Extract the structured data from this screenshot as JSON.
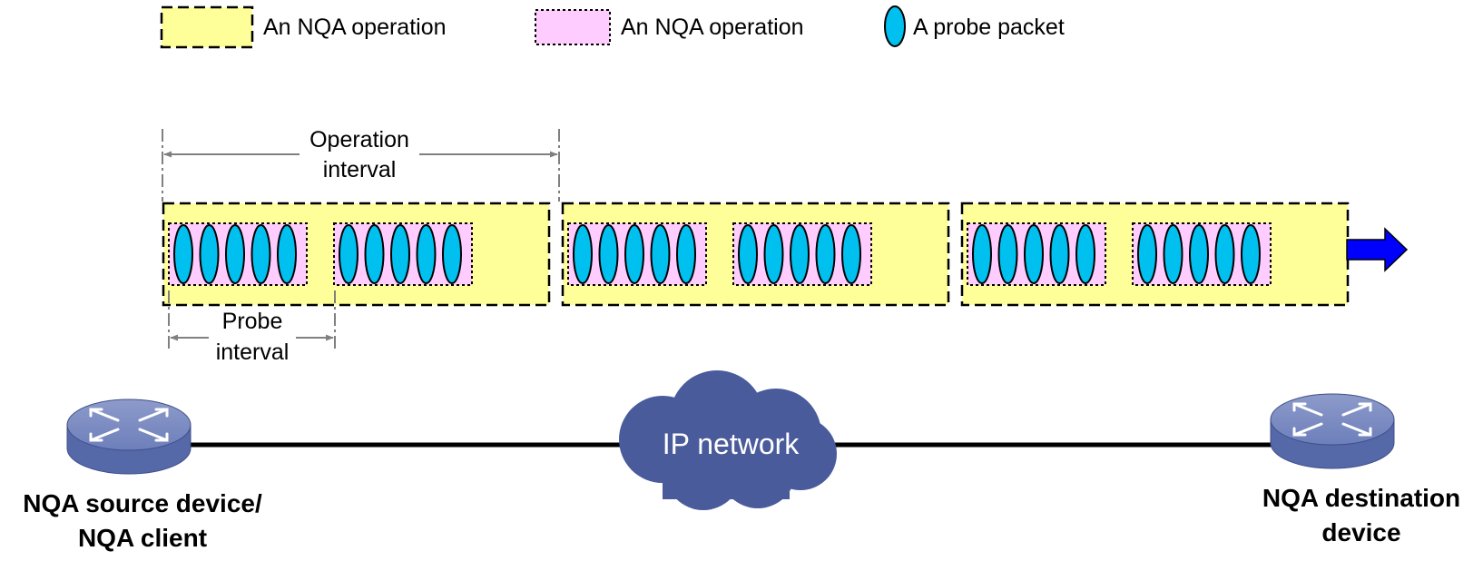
{
  "legend": {
    "items": [
      {
        "label": "An NQA operation"
      },
      {
        "label": "An NQA operation"
      },
      {
        "label": "A probe packet"
      }
    ]
  },
  "timeline": {
    "operation_interval_line1": "Operation",
    "operation_interval_line2": "interval",
    "probe_interval_line1": "Probe",
    "probe_interval_line2": "interval"
  },
  "network": {
    "cloud_label": "IP network",
    "source_label_line1": "NQA source device/",
    "source_label_line2": "NQA client",
    "destination_label_line1": "NQA destination",
    "destination_label_line2": "device"
  },
  "structure": {
    "operations_count": 3,
    "probe_groups_per_operation": 2,
    "probes_per_group": 5
  },
  "colors": {
    "operation_fill": "#ffff99",
    "probe_group_fill": "#ffccff",
    "probe_packet_fill": "#00c0ef",
    "arrow_gray": "#808080",
    "time_arrow_blue": "#0000ff",
    "cloud_fill": "#4a5b9c",
    "device_top": "#7f8fc0",
    "device_side": "#5568a8"
  },
  "icons": {
    "device": "router-switch-icon",
    "cloud": "cloud-icon",
    "time_arrow": "arrow-right-icon"
  }
}
